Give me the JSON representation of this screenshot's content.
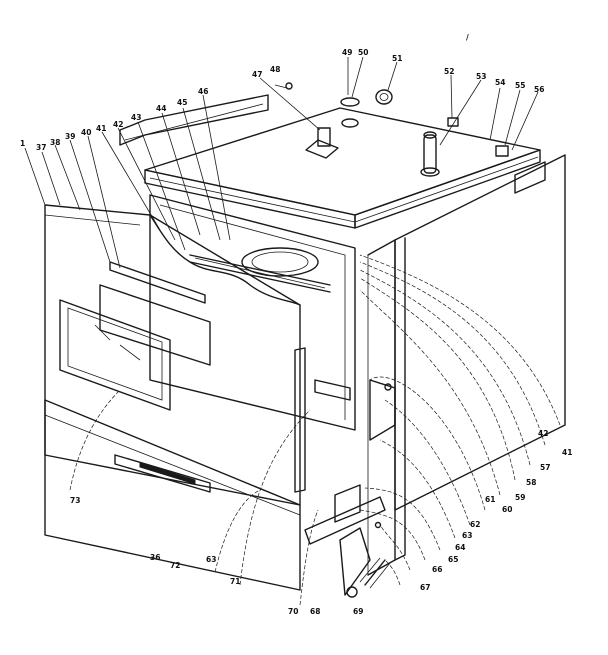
{
  "diagram": {
    "top_mark": "/",
    "part_labels": [
      "1",
      "37",
      "38",
      "39",
      "40",
      "41",
      "42",
      "43",
      "44",
      "45",
      "46",
      "47",
      "48",
      "49",
      "50",
      "51",
      "52",
      "53",
      "54",
      "55",
      "56",
      "41",
      "42",
      "57",
      "58",
      "59",
      "60",
      "61",
      "62",
      "63",
      "64",
      "65",
      "66",
      "67",
      "68",
      "69",
      "70",
      "71",
      "72",
      "73",
      "36",
      "63"
    ]
  }
}
